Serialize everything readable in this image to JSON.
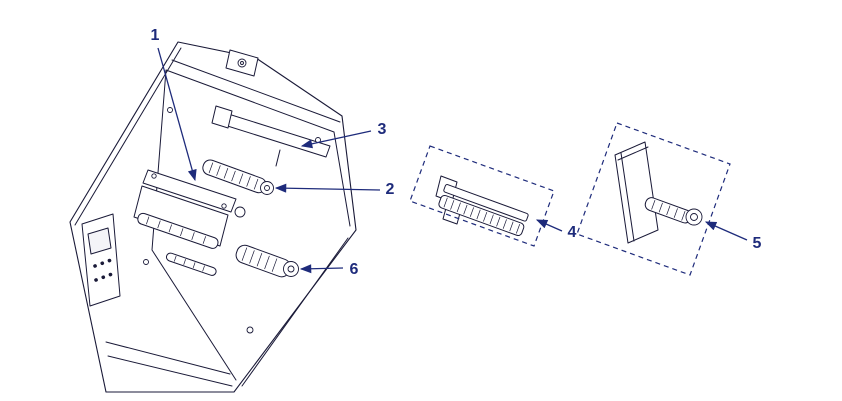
{
  "figure": {
    "type": "exploded-parts-diagram",
    "subject": "label-printer-media-compartment",
    "background_color": "#ffffff",
    "line_color": "#1a1a38",
    "accent_color": "#1e2b7b",
    "callouts": [
      {
        "label": "1"
      },
      {
        "label": "2"
      },
      {
        "label": "3"
      },
      {
        "label": "4"
      },
      {
        "label": "5"
      },
      {
        "label": "6"
      }
    ]
  }
}
